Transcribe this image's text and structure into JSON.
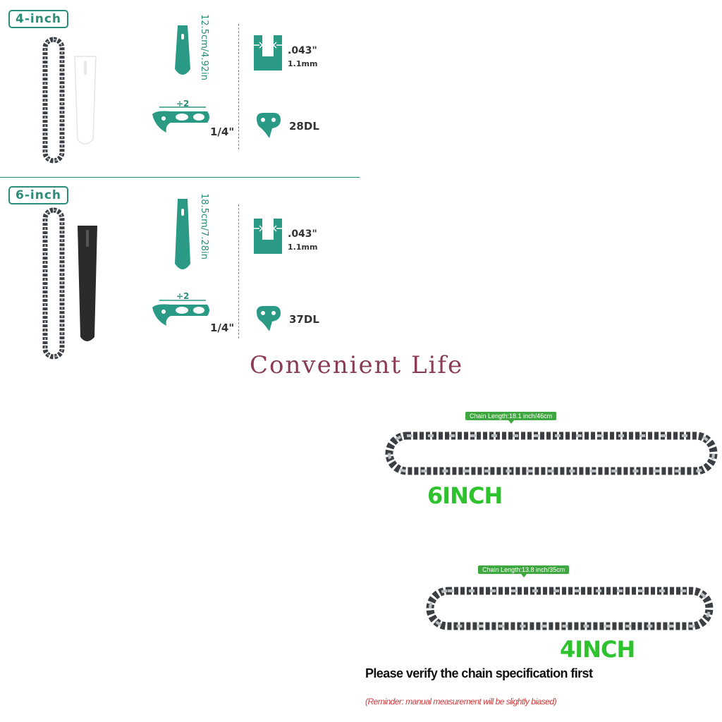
{
  "sections": [
    {
      "badge": "4-inch",
      "bar_length": "12.5cm/4.92in",
      "gauge": ".043\"",
      "gauge_mm": "1.1mm",
      "pitch": "1/4\"",
      "ratio": "÷2",
      "drive_links": "28DL",
      "bar_color": "#ffffff"
    },
    {
      "badge": "6-inch",
      "bar_length": "18.5cm/7.28in",
      "gauge": ".043\"",
      "gauge_mm": "1.1mm",
      "pitch": "1/4\"",
      "ratio": "÷2",
      "drive_links": "37DL",
      "bar_color": "#2b2b2b"
    }
  ],
  "watermark": "Convenient Life",
  "chains": [
    {
      "length_label": "Chain Length:18.1 inch/46cm",
      "size_label": "6INCH"
    },
    {
      "length_label": "Chain Length:13.8 inch/35cm",
      "size_label": "4INCH"
    }
  ],
  "notice": "Please verify the chain specification first",
  "reminder": "(Reminder: manual measurement will be slightly biased)",
  "colors": {
    "accent": "#2a8c79",
    "green": "#2ec22e",
    "red": "#d23a3a",
    "watermark": "#8a3b56"
  }
}
